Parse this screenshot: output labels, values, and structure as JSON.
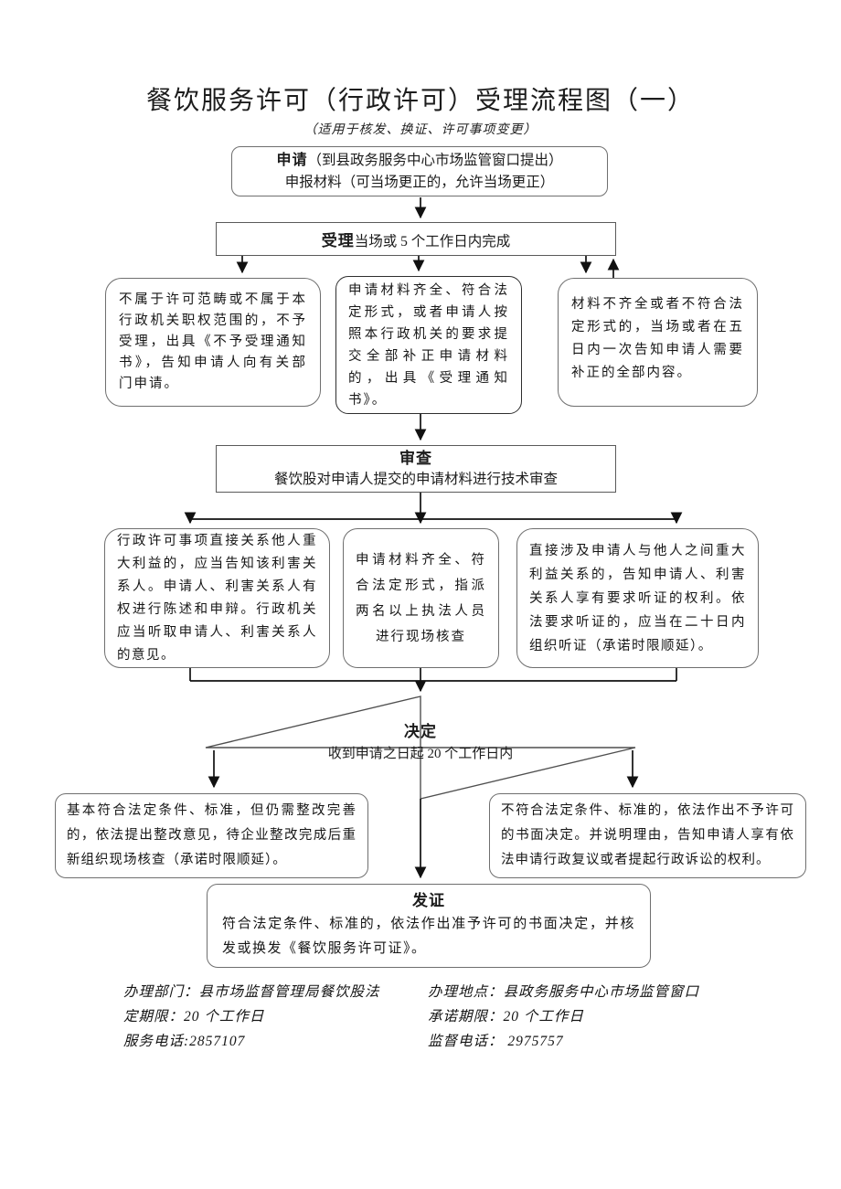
{
  "page": {
    "title": "餐饮服务许可（行政许可）受理流程图（一）",
    "subtitle": "（适用于核发、换证、许可事项变更）"
  },
  "flow": {
    "apply": {
      "label": "申请",
      "note": "（到县政务服务中心市场监管窗口提出）",
      "line2": "申报材料（可当场更正的，允许当场更正）"
    },
    "accept": {
      "label": "受理",
      "note": "当场或 5 个工作日内完成"
    },
    "not_accepted": {
      "text": "不属于许可范畴或不属于本行政机关职权范围的，不予受理，出具《不予受理通知书》，告知申请人向有关部门申请。"
    },
    "accepted": {
      "text": "申请材料齐全、符合法定形式，或者申请人按照本行政机关的要求提交全部补正申请材料的，出具《受理通知书》。"
    },
    "incomplete": {
      "text": "材料不齐全或者不符合法定形式的，当场或者在五日内一次告知申请人需要补正的全部内容。"
    },
    "review": {
      "label": "审查",
      "desc": "餐饮股对申请人提交的申请材料进行技术审查"
    },
    "stakeholder": {
      "text": "行政许可事项直接关系他人重大利益的，应当告知该利害关系人。申请人、利害关系人有权进行陈述和申辩。行政机关应当听取申请人、利害关系人的意见。"
    },
    "site_check": {
      "text": "申请材料齐全、符合法定形式，指派两名以上执法人员进行现场核查"
    },
    "hearing": {
      "text": "直接涉及申请人与他人之间重大利益关系的，告知申请人、利害关系人享有要求听证的权利。依法要求听证的，应当在二十日内组织听证（承诺时限顺延）。"
    },
    "decision": {
      "label": "决定",
      "desc": "收到申请之日起 20 个工作日内"
    },
    "rectify": {
      "text": "基本符合法定条件、标准，但仍需整改完善的，依法提出整改意见，待企业整改完成后重新组织现场核查（承诺时限顺延）。"
    },
    "deny": {
      "text": "不符合法定条件、标准的，依法作出不予许可的书面决定。并说明理由，告知申请人享有依法申请行政复议或者提起行政诉讼的权利。"
    },
    "issue": {
      "label": "发证",
      "desc": "符合法定条件、标准的，依法作出准予许可的书面决定，并核发或换发《餐饮服务许可证》。"
    }
  },
  "footer": {
    "left": [
      "办理部门：县市场监督管理局餐饮股法",
      "定期限：20 个工作日",
      "服务电话:2857107"
    ],
    "right": [
      "办理地点：县政务服务中心市场监管窗口",
      "承诺期限：20 个工作日",
      "监督电话： 2975757"
    ]
  },
  "colors": {
    "ink": "#1a1a1a",
    "border": "#6f6f6f",
    "background": "#ffffff"
  }
}
